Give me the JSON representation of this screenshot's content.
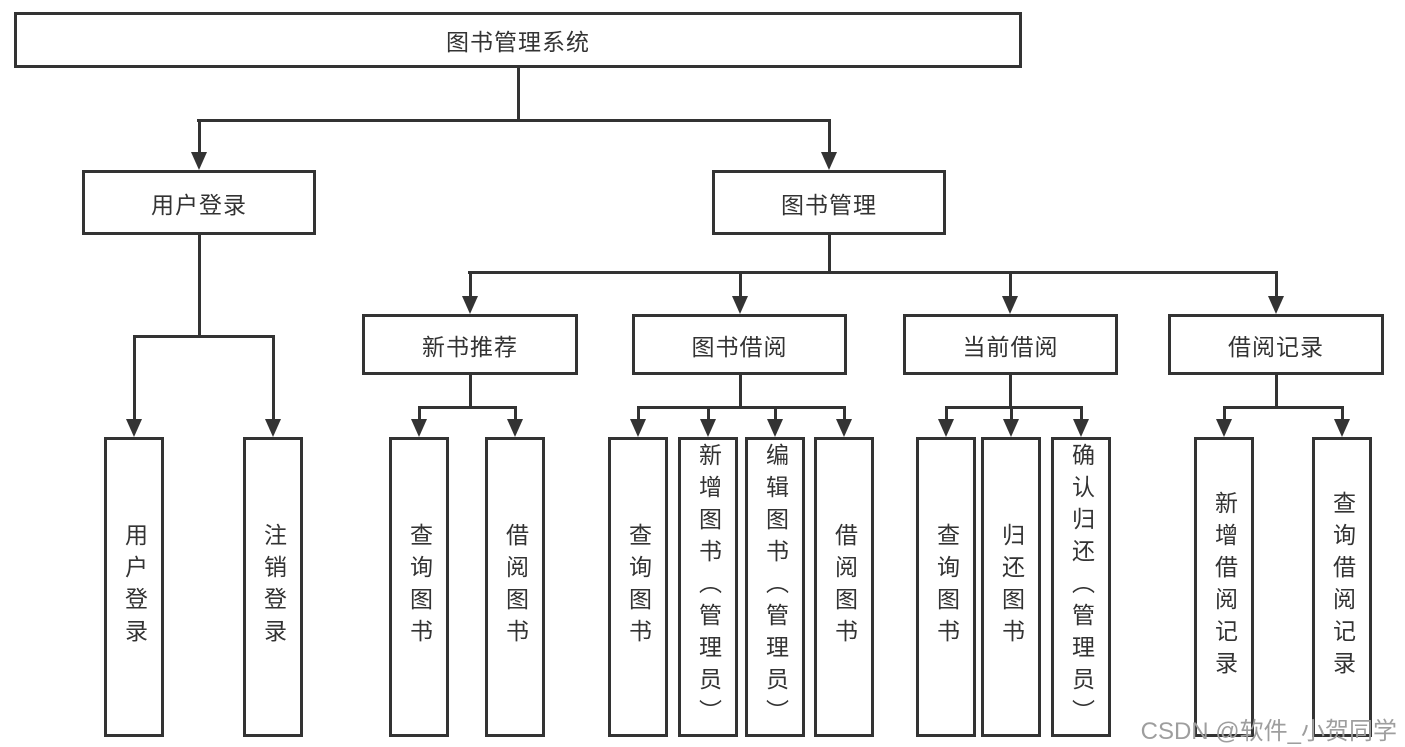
{
  "tree": {
    "root": {
      "label": "图书管理系统"
    },
    "level2": [
      {
        "id": "user-login",
        "label": "用户登录"
      },
      {
        "id": "book-management",
        "label": "图书管理"
      }
    ],
    "level3": [
      {
        "id": "new-book-recommend",
        "label": "新书推荐"
      },
      {
        "id": "book-borrowing",
        "label": "图书借阅"
      },
      {
        "id": "current-borrowing",
        "label": "当前借阅"
      },
      {
        "id": "borrowing-records",
        "label": "借阅记录"
      }
    ],
    "leaves": {
      "user_login": [
        "用户登录",
        "注销登录"
      ],
      "new_book_recommend": [
        "查询图书",
        "借阅图书"
      ],
      "book_borrowing": [
        "查询图书",
        "新增图书（管理员）",
        "编辑图书（管理员）",
        "借阅图书"
      ],
      "current_borrowing": [
        "查询图书",
        "归还图书",
        "确认归还（管理员）"
      ],
      "borrowing_records": [
        "新增借阅记录",
        "查询借阅记录"
      ]
    }
  },
  "watermark": "CSDN @软件_小贺同学",
  "colors": {
    "line": "#333333",
    "text": "#333333",
    "watermark_text": "#9e9e9e",
    "background": "#ffffff"
  }
}
